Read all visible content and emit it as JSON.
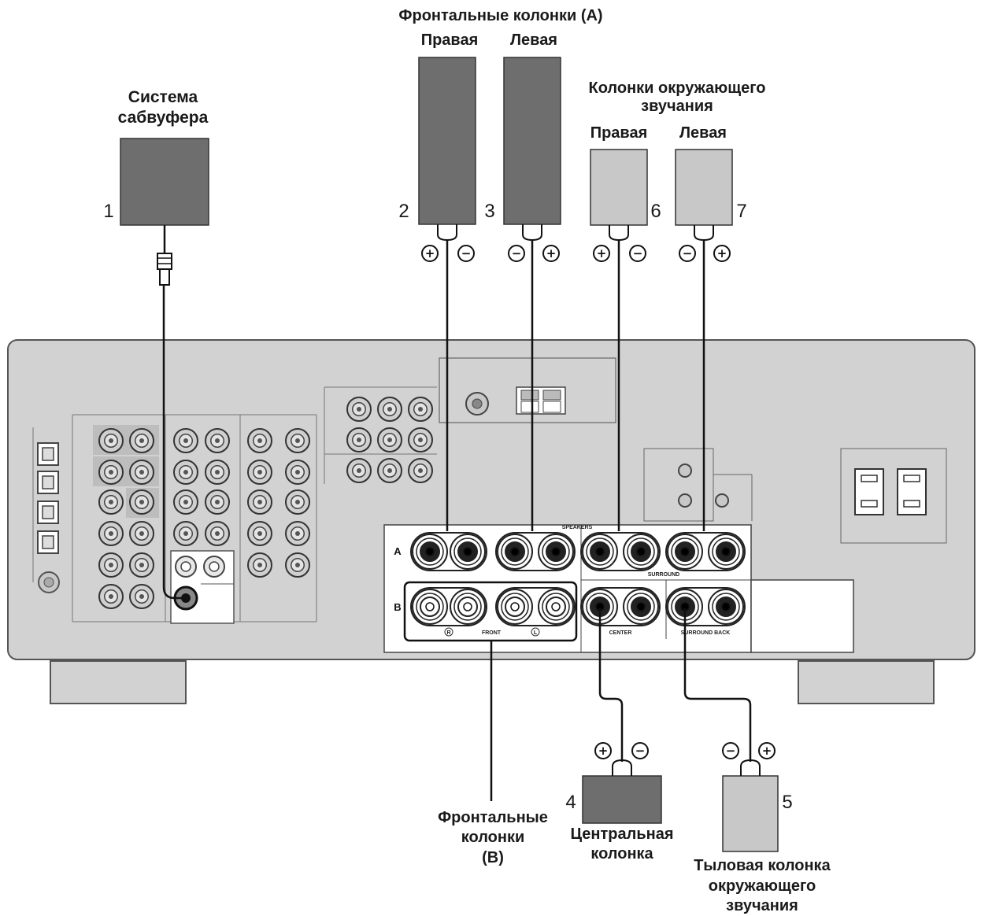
{
  "labels": {
    "subwoofer": [
      "Система",
      "сабвуфера"
    ],
    "front_a": "Фронтальные колонки (A)",
    "front_right": "Правая",
    "front_left": "Левая",
    "surround": [
      "Колонки окружающего",
      "звучания"
    ],
    "surround_right": "Правая",
    "surround_left": "Левая",
    "front_b": [
      "Фронтальные",
      "колонки",
      "(B)"
    ],
    "center": [
      "Центральная",
      "колонка"
    ],
    "surround_back": [
      "Тыловая колонка",
      "окружающего",
      "звучания"
    ]
  },
  "numbers": {
    "subwoofer": "1",
    "front_right": "2",
    "front_left": "3",
    "center": "4",
    "surround_back": "5",
    "surround_right": "6",
    "surround_left": "7"
  },
  "polarity": {
    "plus": "+",
    "minus": "−"
  },
  "panel": {
    "speakers": "SPEAKERS",
    "row_a": "A",
    "row_b": "B",
    "surround": "SURROUND",
    "front": "FRONT",
    "center": "CENTER",
    "surround_back": "SURROUND BACK",
    "r": "R",
    "l": "L"
  },
  "colors": {
    "speaker_dark": "#6e6e6e",
    "speaker_light": "#c8c8c8",
    "panel": "#d2d2d2",
    "wire": "#111111"
  }
}
